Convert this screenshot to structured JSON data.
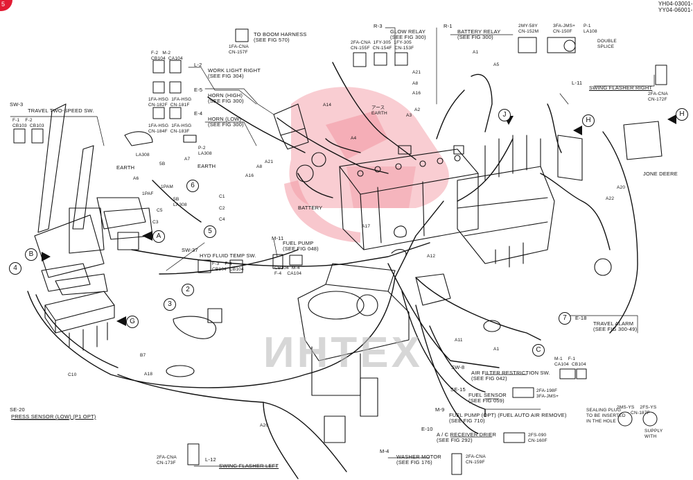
{
  "doc": {
    "codes": [
      "YH04-03001-",
      "YY04-06001-"
    ],
    "corner_mark": "5"
  },
  "watermark": {
    "text": "ИНТЕХ",
    "color": "#e6394e"
  },
  "callouts": {
    "to_boom_harness": {
      "code": "1FA-CNA\nCN-157F",
      "title": "TO BOOM HARNESS",
      "ref": "(SEE FIG 570)"
    },
    "r3": {
      "id": "R-3",
      "title": "GLOW RELAY",
      "ref": "(SEE FIG 300)"
    },
    "r1": {
      "id": "R-1",
      "title": "BATTERY RELAY",
      "ref": "(SEE FIG 300)"
    },
    "l2": {
      "id": "L-2",
      "title": "WORK LIGHT RIGHT",
      "ref": "(SEE FIG 304)"
    },
    "e5": {
      "id": "E-5",
      "title": "HORN (HIGH)",
      "ref": "(SEE FIG 300)"
    },
    "e4": {
      "id": "E-4",
      "title": "HORN (LOW)",
      "ref": "(SEE FIG 300)"
    },
    "sw3": {
      "id": "SW-3",
      "title": "TRAVEL TWO-SPEED SW."
    },
    "l11": {
      "id": "L-11",
      "title": "SWING FLASHER RIGHT",
      "code": "2FA-CNA",
      "cn": "CN-172F"
    },
    "m11": {
      "id": "M-11",
      "title": "FUEL PUMP",
      "ref": "(SEE FIG 048)"
    },
    "sw37": {
      "id": "SW-37",
      "title": "HYD FLUID TEMP SW."
    },
    "e18": {
      "id": "E-18",
      "title": "TRAVEL ALARM",
      "ref": "(SEE FIG 300-49)"
    },
    "sw8": {
      "id": "SW-8",
      "title": "AIR FILTER RESTRICTION SW.",
      "ref": "(SEE FIG 042)"
    },
    "se15": {
      "id": "SE-15",
      "title": "FUEL SENSOR",
      "ref": "(SEE FIG 059)"
    },
    "m9": {
      "id": "M-9",
      "title": "FUEL PUMP (OPT) (FUEL AUTO AIR REMOVE)",
      "ref": "(SEE FIG 710)"
    },
    "e10": {
      "id": "E-10",
      "title": "A / C RECEIVER DRIER",
      "ref": "(SEE FIG 292)",
      "code": "2FS-090",
      "cn": "CN-160F"
    },
    "m4": {
      "id": "M-4",
      "title": "WASHER MOTOR",
      "ref": "(SEE FIG 176)",
      "code": "2FA-CNA",
      "cn": "CN-159F"
    },
    "se20": {
      "id": "SE-20",
      "title": "PRESS SENSOR (LOW) (P1 OPT)"
    },
    "l12": {
      "id": "L-12",
      "title": "SWING FLASHER LEFT",
      "code": "2FA-CNA",
      "cn": "CN-173F"
    }
  },
  "labels": {
    "earth": "EARTH",
    "earth_jp": "アース\nEARTH",
    "battery": "BATTERY",
    "jone_deere": "JONE DEERE",
    "double_splice": "DOUBLE\nSPLICE",
    "sealing_plug": "SEALING PLUG\nTO BE INSERTED\nIN THE HOLE",
    "supply_with": "SUPPLY\nWITH",
    "la308": "LA308",
    "la308b": "5B\nLA308",
    "onepaf": "1PAF",
    "onepam": "1PAM",
    "p2": "P-2\nLA308"
  },
  "connector_codes": {
    "f2_m2": "F-2   M-2\nCB104  CA104",
    "horn": "1FA-HSG  1FA-HSG\nCN-182F  CN-181F",
    "horn2": "1FA-HSG  1FA-HSG\nCN-184F  CN-183F",
    "sw3": "F-1    F-2\nCB103  CB103",
    "glow": "2FA-CNA  1FY-305  1FY-305\nCN-155F  CN-154F  CN-153F",
    "bat": "2MY-58Y\nCN-152M",
    "bat2": "3FA-JMS+\nCN-150F",
    "p1": "P-1\nLA108",
    "sw37": "F-3    F-4\nCB104  CB104",
    "m11": "CB104  M-4\nF-4    CA104",
    "sw8": "M-1    F-1\nCA104  CB104",
    "se15": "2FA-198F\n3FA-JMS+",
    "plug": "2MS-YS    2FS-YS\n          CN-187F"
  },
  "parts": [
    "A1",
    "A5",
    "A21",
    "A8",
    "A16",
    "A14",
    "A2",
    "A3",
    "A4",
    "A17",
    "A12",
    "A11",
    "A20",
    "A22",
    "A6",
    "A7",
    "A18",
    "A20",
    "C1",
    "C2",
    "C3",
    "C4",
    "C5",
    "C10",
    "B7",
    "5B",
    "A8",
    "A16",
    "A21",
    "A1"
  ],
  "markers": {
    "n2": "2",
    "n3": "3",
    "n4": "4",
    "n5": "5",
    "n6": "6",
    "n7": "7",
    "A": "A",
    "B": "B",
    "C": "C",
    "G": "G",
    "H": "H",
    "J": "J"
  }
}
